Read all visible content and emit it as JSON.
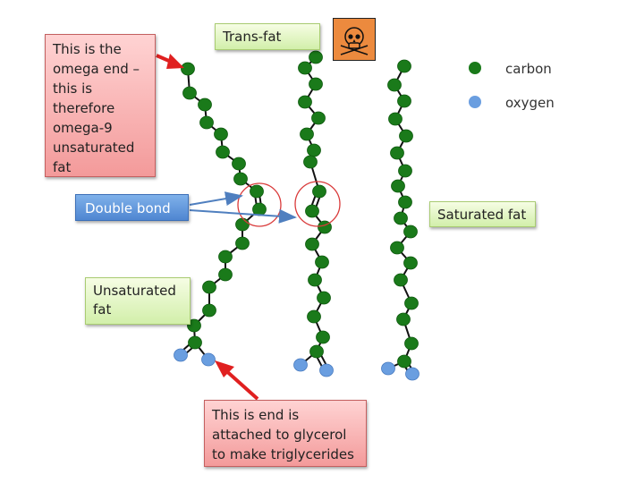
{
  "labels": {
    "omega_end": "This is the omega end – this is therefore omega-9 unsaturated fat",
    "glycerol_end": "This is end is attached to glycerol to make triglycerides",
    "trans_fat": "Trans-fat",
    "saturated_fat": "Saturated fat",
    "unsaturated_fat": "Unsaturated fat",
    "double_bond": "Double bond"
  },
  "legend": [
    {
      "name": "carbon",
      "label": "carbon",
      "color": "#1a7a1a"
    },
    {
      "name": "oxygen",
      "label": "oxygen",
      "color": "#6a9ee0"
    }
  ],
  "colors": {
    "carbon": "#1a7a1a",
    "oxygen": "#6a9ee0",
    "bond": "#111111",
    "highlight_circle": "#d93a3a",
    "callout_arrow": "#e02020",
    "pointer_arrow": "#4f7fbf",
    "hazard_background": "#ec8a3e"
  },
  "icons": {
    "hazard": "skull-crossbones-icon"
  },
  "molecules": [
    {
      "name": "unsaturated-fat",
      "carbon_count": 18,
      "double_bond_after_carbon": 9,
      "configuration": "cis",
      "oxygen_count": 2
    },
    {
      "name": "trans-fat",
      "carbon_count": 18,
      "double_bond_after_carbon": 9,
      "configuration": "trans",
      "oxygen_count": 2
    },
    {
      "name": "saturated-fat",
      "carbon_count": 18,
      "double_bond_after_carbon": null,
      "configuration": "saturated",
      "oxygen_count": 2
    }
  ]
}
